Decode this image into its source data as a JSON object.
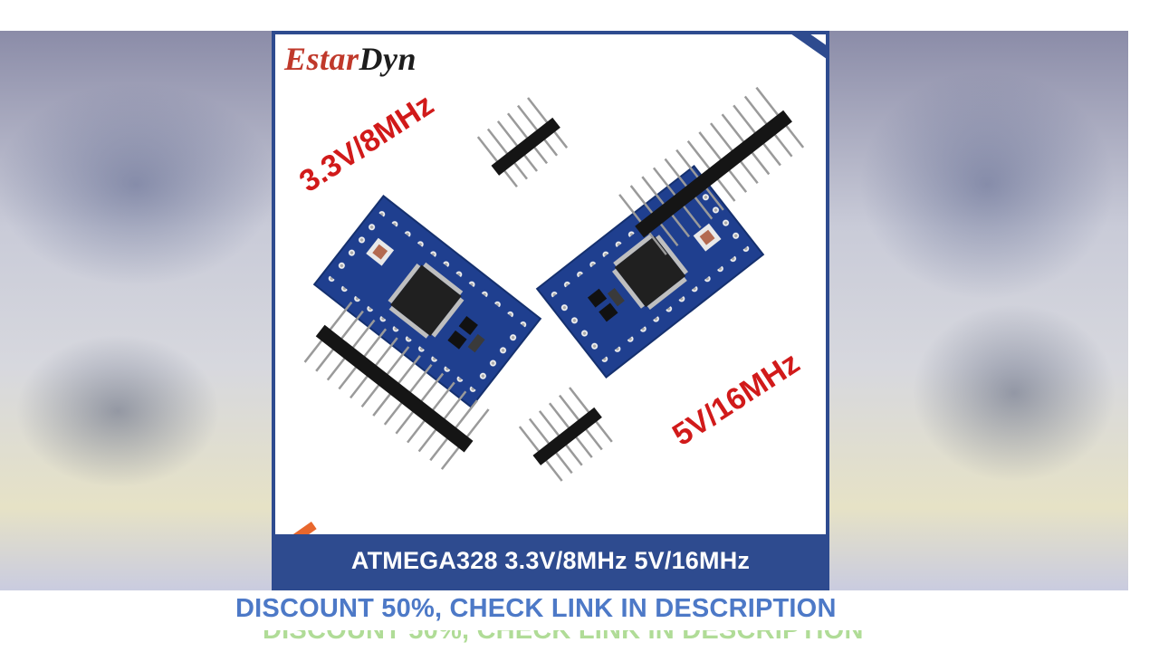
{
  "product": {
    "brand_first": "Estar",
    "brand_rest": "Dyn",
    "label_33": "3.3V/8MHz",
    "label_5v": "5V/16MHz",
    "caption": "ATMEGA328 3.3V/8MHz 5V/16MHz"
  },
  "overlay": {
    "discount_text": "DISCOUNT 50%, CHECK LINK IN DESCRIPTION"
  },
  "colors": {
    "pcb_blue": "#1f3f8f",
    "header_black": "#151515",
    "label_red": "#d11a1a",
    "caption_band": "#2e4b8f",
    "discount_blue": "#4d79c7"
  },
  "icons": [
    "pro-mini-board-icon",
    "pin-header-icon",
    "chip-icon"
  ]
}
